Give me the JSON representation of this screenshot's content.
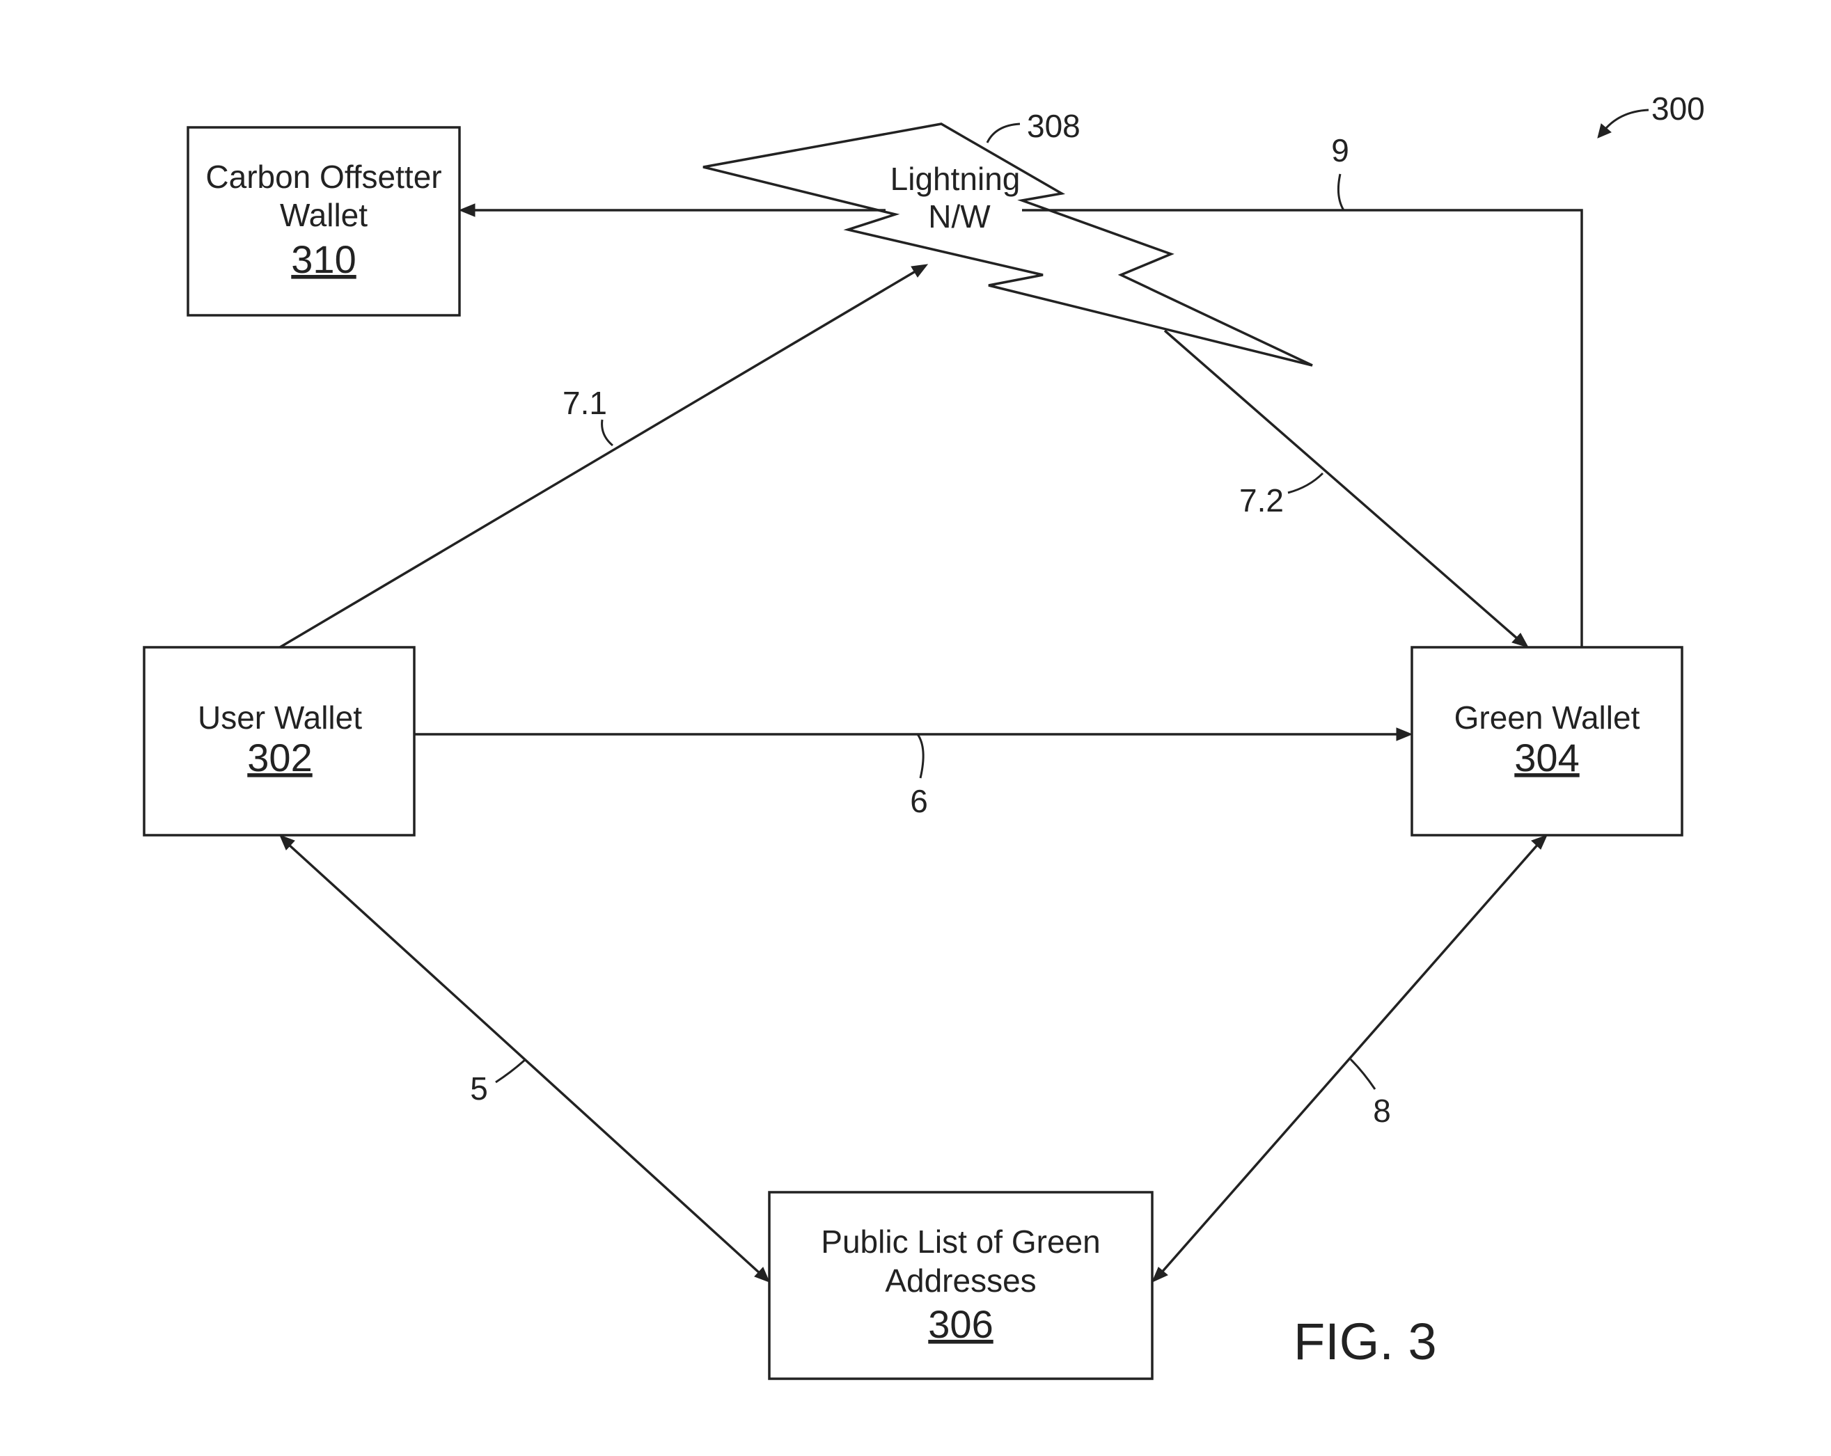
{
  "figure": {
    "number_label": "300",
    "caption": "FIG. 3"
  },
  "nodes": {
    "carbon_offsetter": {
      "line1": "Carbon Offsetter",
      "line2": "Wallet",
      "number": "310"
    },
    "lightning": {
      "line1": "Lightning",
      "line2": "N/W",
      "number": "308"
    },
    "user_wallet": {
      "line1": "User Wallet",
      "number": "302"
    },
    "green_wallet": {
      "line1": "Green Wallet",
      "number": "304"
    },
    "public_list": {
      "line1": "Public List of Green",
      "line2": "Addresses",
      "number": "306"
    }
  },
  "edges": {
    "e5": "5",
    "e6": "6",
    "e7_1": "7.1",
    "e7_2": "7.2",
    "e8": "8",
    "e9": "9"
  }
}
